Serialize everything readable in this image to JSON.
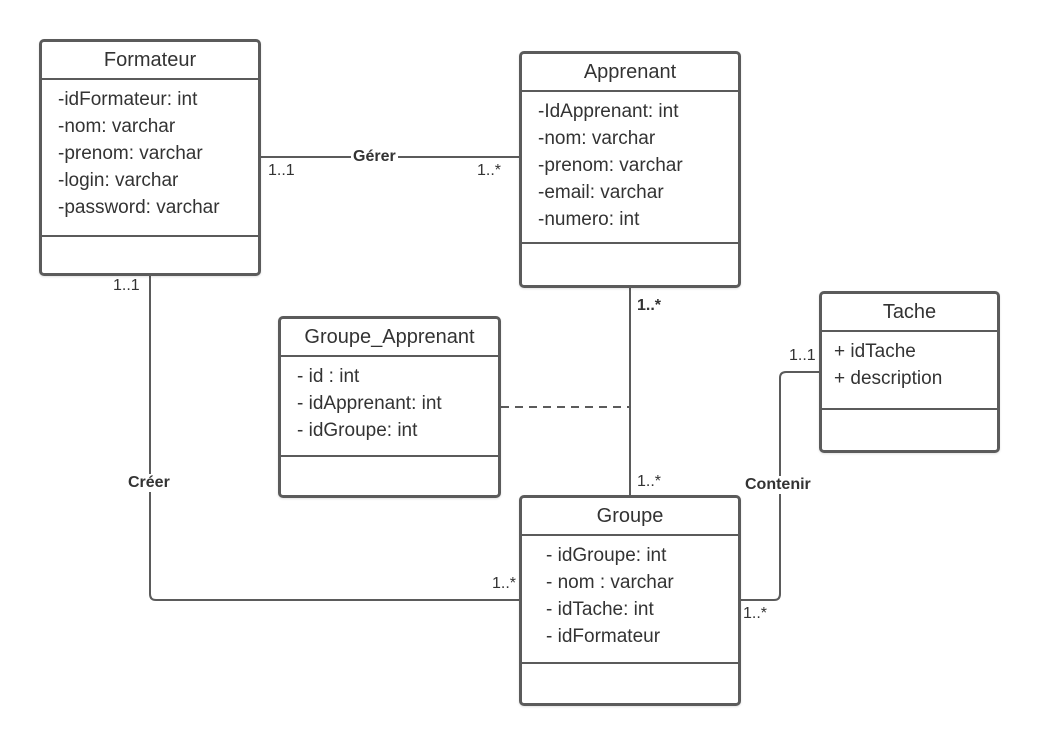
{
  "classes": {
    "formateur": {
      "name": "Formateur",
      "attributes": [
        "-idFormateur: int",
        "-nom: varchar",
        "-prenom: varchar",
        "-login: varchar",
        "-password: varchar"
      ]
    },
    "apprenant": {
      "name": "Apprenant",
      "attributes": [
        "-IdApprenant: int",
        "-nom: varchar",
        "-prenom: varchar",
        "-email: varchar",
        "-numero: int"
      ]
    },
    "groupe_apprenant": {
      "name": "Groupe_Apprenant",
      "attributes": [
        "- id : int",
        "- idApprenant: int",
        "- idGroupe: int"
      ]
    },
    "tache": {
      "name": "Tache",
      "attributes": [
        "+ idTache",
        "+ description"
      ]
    },
    "groupe": {
      "name": "Groupe",
      "attributes": [
        "- idGroupe: int",
        "- nom : varchar",
        "- idTache: int",
        "- idFormateur"
      ]
    }
  },
  "associations": {
    "gerer": {
      "label": "Gérer",
      "mult_formateur": "1..1",
      "mult_apprenant": "1..*"
    },
    "creer": {
      "label": "Créer",
      "mult_formateur": "1..1",
      "mult_groupe": "1..*"
    },
    "appartenir": {
      "mult_apprenant": "1..*",
      "mult_groupe": "1..*"
    },
    "contenir": {
      "label": "Contenir",
      "mult_tache": "1..1",
      "mult_groupe": "1..*"
    }
  },
  "colors": {
    "line": "#5b5b5b",
    "text": "#333333",
    "background": "#ffffff"
  }
}
